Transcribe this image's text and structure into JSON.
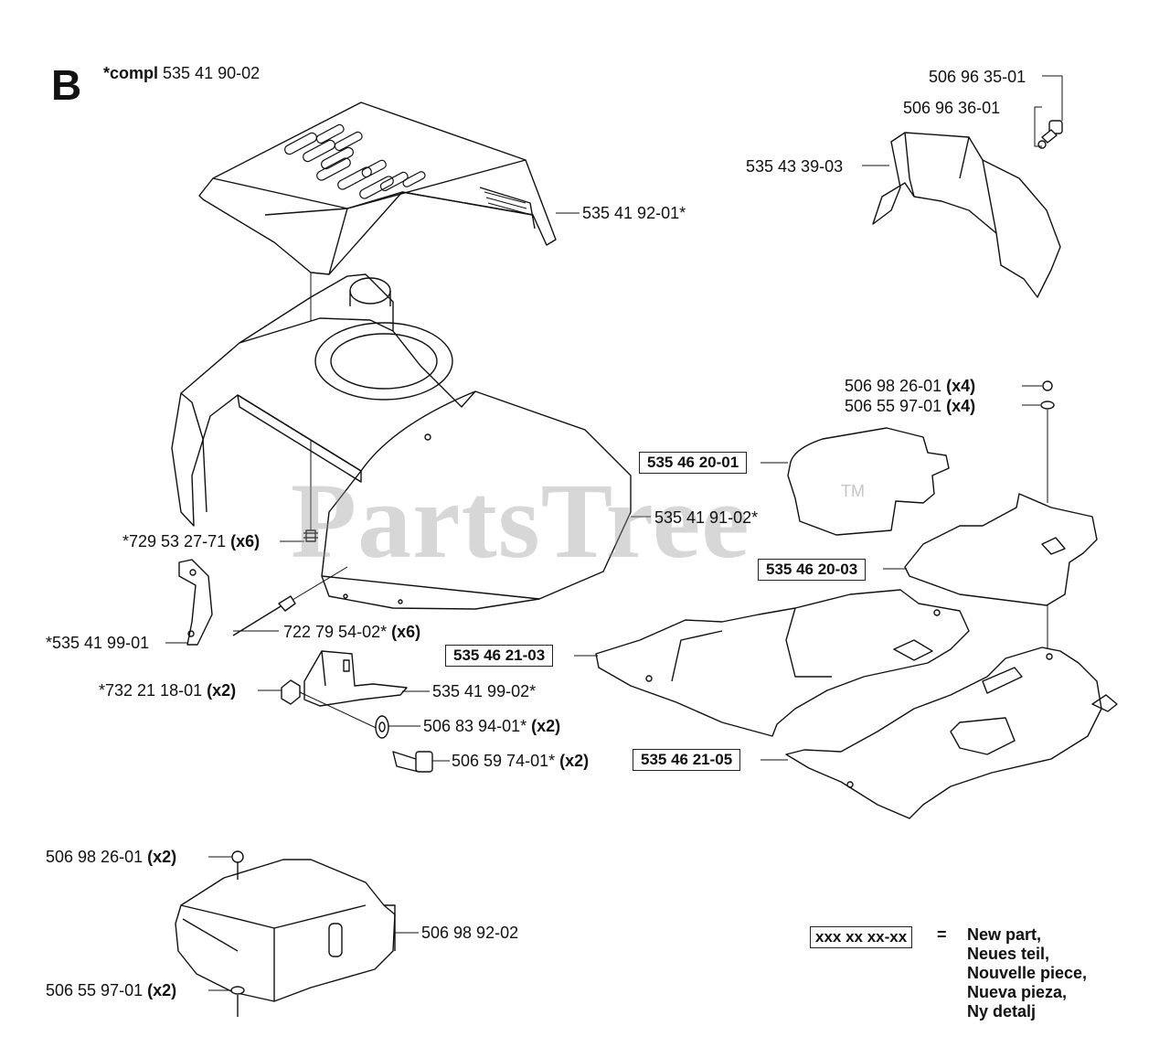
{
  "section": {
    "letter": "B",
    "compl_prefix": "*compl",
    "compl_number": "535 41 90-02"
  },
  "watermark": {
    "text": "PartsTree",
    "tm": "TM"
  },
  "labels": [
    {
      "id": "p1",
      "code": "506 96 35-01",
      "qty": "",
      "boxed": false
    },
    {
      "id": "p2",
      "code": "506 96 36-01",
      "qty": "",
      "boxed": false
    },
    {
      "id": "p3",
      "code": "535 43 39-03",
      "qty": "",
      "boxed": false
    },
    {
      "id": "p4",
      "code": "535 41 92-01*",
      "qty": "",
      "boxed": false
    },
    {
      "id": "p5",
      "code": "506 98 26-01",
      "qty": "(x4)",
      "boxed": false
    },
    {
      "id": "p6",
      "code": "506 55 97-01",
      "qty": "(x4)",
      "boxed": false
    },
    {
      "id": "p7",
      "code": "535 46 20-01",
      "qty": "",
      "boxed": true
    },
    {
      "id": "p8",
      "code": "535 41 91-02*",
      "qty": "",
      "boxed": false
    },
    {
      "id": "p9",
      "code": "*729 53 27-71",
      "qty": "(x6)",
      "boxed": false
    },
    {
      "id": "p10",
      "code": "535 46 20-03",
      "qty": "",
      "boxed": true
    },
    {
      "id": "p11",
      "code": "722 79 54-02*",
      "qty": "(x6)",
      "boxed": false
    },
    {
      "id": "p12",
      "code": "*535 41 99-01",
      "qty": "",
      "boxed": false
    },
    {
      "id": "p13",
      "code": "535 46 21-03",
      "qty": "",
      "boxed": true
    },
    {
      "id": "p14",
      "code": "*732 21 18-01",
      "qty": "(x2)",
      "boxed": false
    },
    {
      "id": "p15",
      "code": "535 41 99-02*",
      "qty": "",
      "boxed": false
    },
    {
      "id": "p16",
      "code": "506 83 94-01*",
      "qty": "(x2)",
      "boxed": false
    },
    {
      "id": "p17",
      "code": "506 59 74-01*",
      "qty": "(x2)",
      "boxed": false
    },
    {
      "id": "p18",
      "code": "535 46 21-05",
      "qty": "",
      "boxed": true
    },
    {
      "id": "p19",
      "code": "506 98 26-01",
      "qty": "(x2)",
      "boxed": false
    },
    {
      "id": "p20",
      "code": "506 98 92-02",
      "qty": "",
      "boxed": false
    },
    {
      "id": "p21",
      "code": "506 55 97-01",
      "qty": "(x2)",
      "boxed": false
    }
  ],
  "legend": {
    "code": "xxx xx xx-xx",
    "equals": "=",
    "lines": [
      "New part,",
      "Neues teil,",
      "Nouvelle piece,",
      "Nueva pieza,",
      "Ny detalj"
    ]
  }
}
